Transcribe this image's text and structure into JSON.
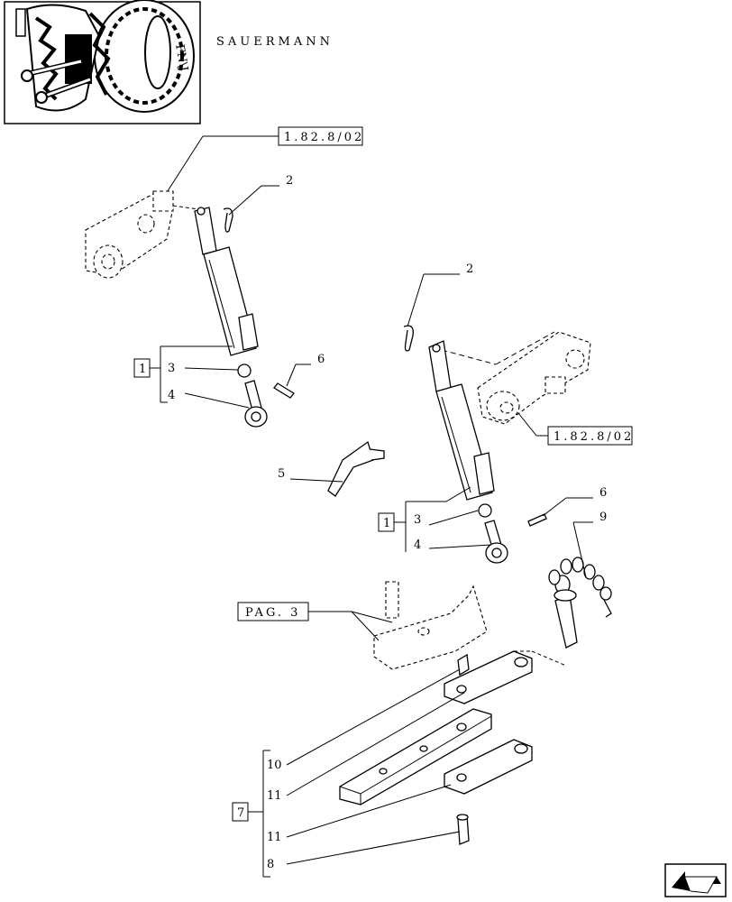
{
  "header": {
    "brand": "SAUERMANN"
  },
  "refs": {
    "ref_top": "1.82.8/02",
    "ref_right": "1.82.8/02",
    "page_ref": "PAG. 3"
  },
  "callouts": {
    "left_group_box": "1",
    "left_pin": "2",
    "left_item_3": "3",
    "left_item_4": "4",
    "left_item_6": "6",
    "item_5": "5",
    "right_pin": "2",
    "right_group_box": "1",
    "right_item_3": "3",
    "right_item_4": "4",
    "right_item_6": "6",
    "item_9": "9",
    "drawbar_group_box": "7",
    "item_10": "10",
    "item_11a": "11",
    "item_11b": "11",
    "item_8": "8"
  }
}
